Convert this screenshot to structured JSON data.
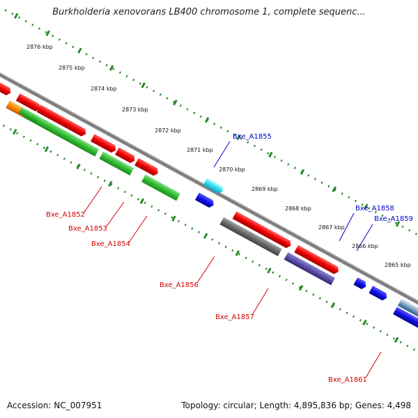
{
  "title": "Burkholderia xenovorans LB400 chromosome 1, complete sequenc...",
  "accession": "Accession: NC_007951",
  "summary": "Topology: circular; Length: 4,895,836 bp; Genes: 4,498",
  "ruler": {
    "ticks": [
      "2876 kbp",
      "2875 kbp",
      "2874 kbp",
      "2873 kbp",
      "2872 kbp",
      "2871 kbp",
      "2870 kbp",
      "2869 kbp",
      "2868 kbp",
      "2867 kbp",
      "2866 kbp",
      "2865 kbp"
    ]
  },
  "colors": {
    "backbone": "#808080",
    "ruler_dots": "#2a8a2a",
    "label_red": "#d00000",
    "label_blue": "#0000c8"
  },
  "gene_labels": [
    {
      "text": "Bxe_A1852",
      "color": "red"
    },
    {
      "text": "Bxe_A1853",
      "color": "red"
    },
    {
      "text": "Bxe_A1854",
      "color": "red"
    },
    {
      "text": "Bxe_A1855",
      "color": "blue"
    },
    {
      "text": "Bxe_A1856",
      "color": "red"
    },
    {
      "text": "Bxe_A1857",
      "color": "red"
    },
    {
      "text": "Bxe_A1858",
      "color": "blue"
    },
    {
      "text": "Bxe_A1859",
      "color": "blue"
    },
    {
      "text": "Bxe_A1861",
      "color": "red"
    }
  ]
}
